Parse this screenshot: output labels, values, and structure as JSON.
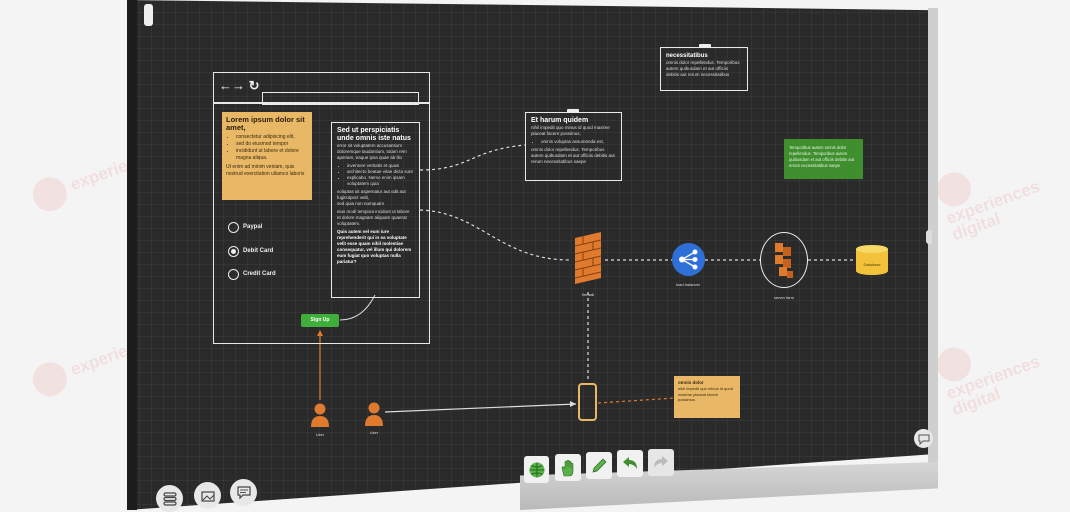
{
  "browser_mock": {
    "nav_glyphs": "←→ ↻",
    "note": {
      "title": "Lorem ipsum dolor sit amet,",
      "bullets": [
        "consectetur adipiscing elit,",
        "sed do eiusmod tempor",
        "incididunt ut labore et dolore magna aliqua."
      ],
      "body": "Ut enim ad minim veniam, quis nostrud exercitation ullamco laboris"
    },
    "radios": [
      "Paypal",
      "Debit Card",
      "Credit Card"
    ],
    "sign_up": "Sign Up",
    "detail": {
      "title": "Sed ut perspiciatis unde omnis iste natus",
      "intro": "error sit voluptatem accusantium doloremque laudantium, totam rem aperiam, eaque ipsa quae ab illo",
      "bullets": [
        "inventore veritatis et quasi",
        "architecto beatae vitae dicta sunt",
        "explicabo. Nemo enim ipsam voluptatem quia"
      ],
      "para1": "voluptas sit aspernatur aut odit aut fugitsitpect velit,",
      "para1b": "sed quia non numquam",
      "para2": "eius modi tempora incidunt ut labore et dolore magnam aliquam quaerat voluptatem.",
      "para3": "Quis autem vel eum iure reprehenderit qui in ea voluptate velit esse quam nihil molestiae consequatur, vel illum qui dolorem eum fugiat quo voluptas nulla pariatur?"
    }
  },
  "card_harum": {
    "title": "Et harum quidem",
    "body": "nihil impedit quo minus id quod maxime placeat facere possimus,",
    "bullet": "omnis voluptas assumenda est,",
    "foot": "omnis dolor repellendus. Temporibus autem quibusdam et aut officiis debitis aut rerum necessitatibus saepe"
  },
  "card_necess": {
    "title": "necessitatibus",
    "body": "omnis dolor repellendus. Temporibus autem quibusdam et aut officiis debitis aut rerum necessitatibus"
  },
  "green_note": "Temporibus autem omnis dolor repellendus. Temporibus autem quibusdam et aut officiis debitis aut rerum necessitatibus saepe",
  "nodes": {
    "firewall": "firewall",
    "load_balancer": "load balancer",
    "server_farm": "server farm",
    "database": "Database",
    "user1": "User",
    "user2": "User"
  },
  "orange_note": {
    "title": "omnis dolor",
    "body": "nihil impedit quo minus id quod maxime placeat facere possimus"
  },
  "toolbar": [
    "globe-icon",
    "hand-icon",
    "pen-icon",
    "undo-icon",
    "redo-icon"
  ],
  "side_buttons": [
    "layers-icon",
    "gallery-icon",
    "chat-icon"
  ],
  "watermark": "experiences digital",
  "colors": {
    "board": "#2a2a2a",
    "accent_orange": "#e07a2e",
    "note_yellow": "#e8b866",
    "sign_up_green": "#3fae3a",
    "load_balancer_blue": "#2f6fd8",
    "green_note": "#3f8f2f",
    "database_yellow": "#f2c23a"
  }
}
